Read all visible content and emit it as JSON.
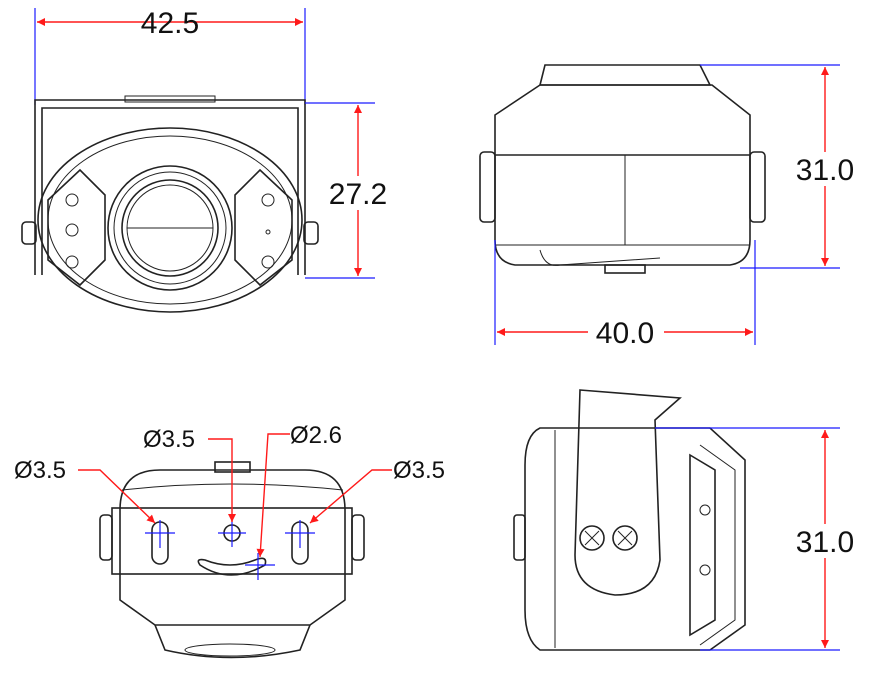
{
  "front_view": {
    "width_dim": "42.5",
    "height_dim": "27.2"
  },
  "side_view": {
    "height_dim": "31.0",
    "width_dim": "40.0"
  },
  "bottom_view": {
    "hole_left": "Ø3.5",
    "hole_center": "Ø3.5",
    "hole_slot": "Ø2.6",
    "hole_right": "Ø3.5"
  },
  "rear_side_view": {
    "height_dim": "31.0"
  },
  "colors": {
    "dimension_line": "#ff1a1a",
    "extension_line": "#1a1aff",
    "outline": "#222222"
  }
}
